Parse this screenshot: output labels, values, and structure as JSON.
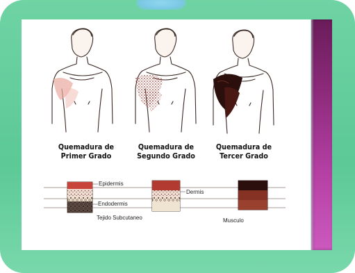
{
  "captions": {
    "first": {
      "line1": "Quemadura de",
      "line2": "Primer Grado"
    },
    "second": {
      "line1": "Quemadura de",
      "line2": "Segundo Grado"
    },
    "third": {
      "line1": "Quemadura de",
      "line2": "Tercer Grado"
    }
  },
  "layers": {
    "epidermis": "Epidermis",
    "endodermis": "Endodermis",
    "subcutaneous": "Tejido Subcutaneo",
    "dermis": "Dermis",
    "muscle": "Musculo"
  },
  "colors": {
    "frame": "#5cc996",
    "first_burn": "#e8a8a0",
    "second_burn": "#a33a2e",
    "third_burn": "#2a0f0c",
    "accent_strip": "#8b2a79"
  }
}
